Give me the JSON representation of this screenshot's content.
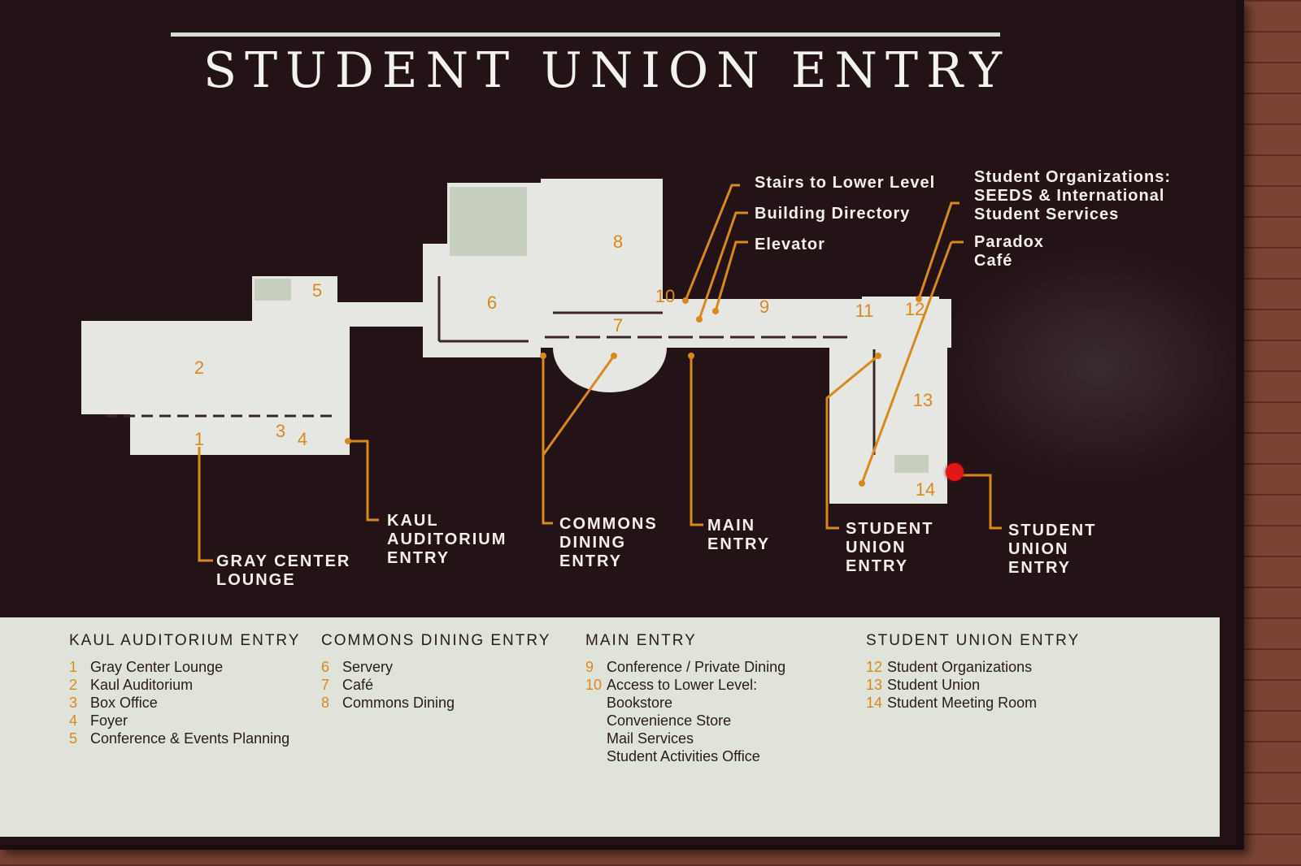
{
  "title": "STUDENT UNION ENTRY",
  "rooms": {
    "r1": "1",
    "r2": "2",
    "r3": "3",
    "r4": "4",
    "r5": "5",
    "r6": "6",
    "r7": "7",
    "r8": "8",
    "r9": "9",
    "r10": "10",
    "r11": "11",
    "r12": "12",
    "r13": "13",
    "r14": "14"
  },
  "callouts": {
    "stairs": "Stairs to Lower Level",
    "directory": "Building Directory",
    "elevator": "Elevator",
    "student_orgs": [
      "Student Organizations:",
      "SEEDS & International",
      "Student Services"
    ],
    "paradox": [
      "Paradox",
      "Café"
    ]
  },
  "entries": {
    "gray_center": [
      "GRAY CENTER",
      "LOUNGE"
    ],
    "kaul": [
      "KAUL",
      "AUDITORIUM",
      "ENTRY"
    ],
    "commons": [
      "COMMONS",
      "DINING",
      "ENTRY"
    ],
    "main": [
      "MAIN",
      "ENTRY"
    ],
    "student_union_1": [
      "STUDENT",
      "UNION",
      "ENTRY"
    ],
    "student_union_2": [
      "STUDENT",
      "UNION",
      "ENTRY"
    ]
  },
  "legend": [
    {
      "heading": "KAUL AUDITORIUM ENTRY",
      "items": [
        {
          "num": "1",
          "text": "Gray Center Lounge"
        },
        {
          "num": "2",
          "text": "Kaul Auditorium"
        },
        {
          "num": "3",
          "text": "Box Office"
        },
        {
          "num": "4",
          "text": "Foyer"
        },
        {
          "num": "5",
          "text": "Conference & Events Planning"
        }
      ]
    },
    {
      "heading": "COMMONS DINING ENTRY",
      "items": [
        {
          "num": "6",
          "text": "Servery"
        },
        {
          "num": "7",
          "text": "Café"
        },
        {
          "num": "8",
          "text": "Commons Dining"
        }
      ]
    },
    {
      "heading": "MAIN ENTRY",
      "items": [
        {
          "num": "9",
          "text": "Conference / Private Dining"
        },
        {
          "num": "10",
          "text": "Access to Lower Level:"
        }
      ],
      "subitems": [
        "Bookstore",
        "Convenience Store",
        "Mail Services",
        "Student Activities Office"
      ]
    },
    {
      "heading": "STUDENT UNION ENTRY",
      "items": [
        {
          "num": "12",
          "text": "Student Organizations"
        },
        {
          "num": "13",
          "text": "Student Union"
        },
        {
          "num": "14",
          "text": "Student Meeting Room"
        }
      ]
    }
  ],
  "colors": {
    "board": "#241316",
    "floor": "#e6e7e3",
    "accent": "#d8891d",
    "marker": "#e01818",
    "legend_bg": "#dfe3d9"
  }
}
